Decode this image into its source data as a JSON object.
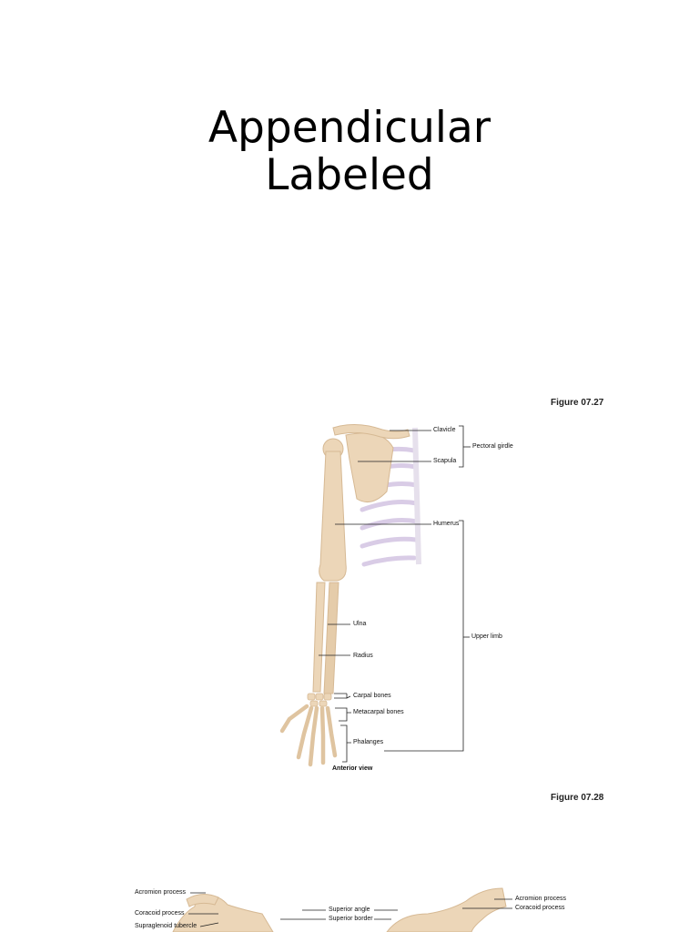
{
  "slide": {
    "title_line1": "Appendicular",
    "title_line2": "Labeled"
  },
  "figure_27": {
    "number": "Figure 07.27",
    "view": "Anterior view",
    "labels": {
      "clavicle": "Clavicle",
      "scapula": "Scapula",
      "pectoral_girdle": "Pectoral girdle",
      "humerus": "Humerus",
      "upper_limb": "Upper limb",
      "ulna": "Ulna",
      "radius": "Radius",
      "carpal_bones": "Carpal bones",
      "metacarpal_bones": "Metacarpal bones",
      "phalanges": "Phalanges"
    }
  },
  "figure_28": {
    "number": "Figure 07.28",
    "labels": {
      "acromion_left": "Acromion process",
      "coracoid_left": "Coracoid process",
      "supraglenoid": "Supraglenoid tubercle",
      "superior_angle": "Superior angle",
      "superior_border": "Superior border",
      "acromion_right": "Acromion process",
      "coracoid_right": "Coracoid process"
    }
  },
  "colors": {
    "bone": "#ecd6b8",
    "bone_shadow": "#d8bb95",
    "rib": "#eadff0",
    "leader_line": "#222222"
  }
}
